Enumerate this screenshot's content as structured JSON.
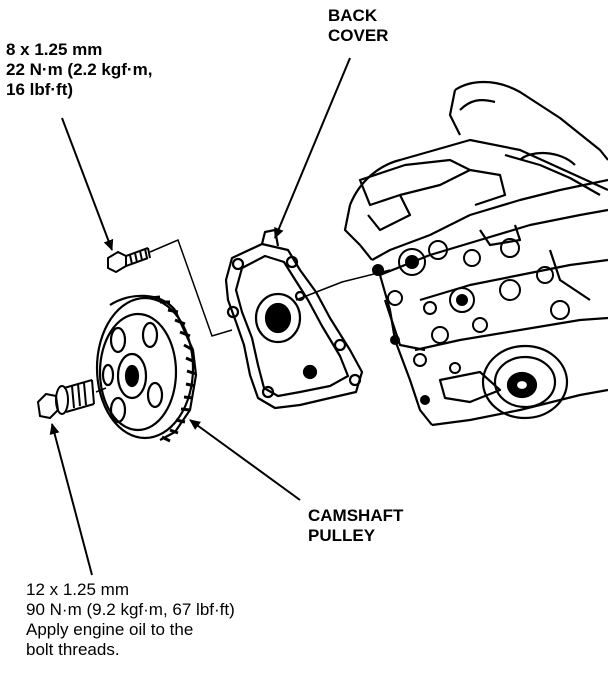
{
  "labels": {
    "back_cover": {
      "line1": "BACK",
      "line2": "COVER"
    },
    "small_bolt": {
      "line1": "8 x 1.25 mm",
      "line2": "22 N·m (2.2 kgf·m,",
      "line3": "16 lbf·ft)"
    },
    "camshaft_pulley": {
      "line1": "CAMSHAFT",
      "line2": "PULLEY"
    },
    "pulley_bolt": {
      "line1": "12 x 1.25 mm",
      "line2": "90 N·m (9.2 kgf·m, 67 lbf·ft)",
      "line3": "Apply engine oil to the",
      "line4": "bolt threads."
    }
  },
  "colors": {
    "ink": "#000000",
    "paper": "#ffffff"
  }
}
